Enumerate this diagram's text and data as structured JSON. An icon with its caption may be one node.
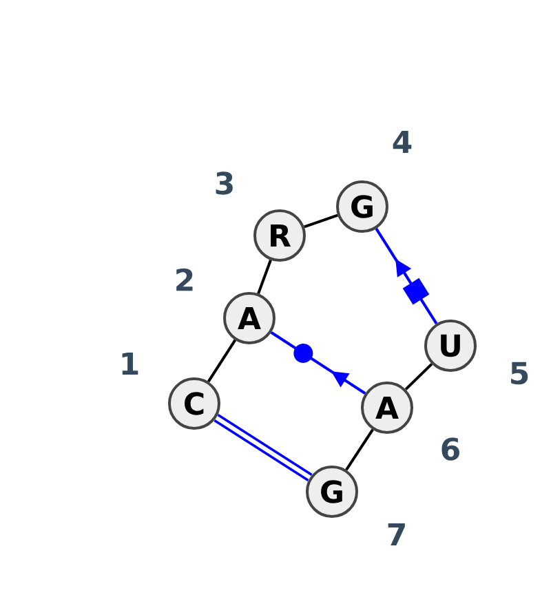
{
  "diagram": {
    "nodes": [
      {
        "text": [
          "C"
        ],
        "beside": [
          "1"
        ]
      },
      {
        "text": [
          "A"
        ],
        "beside": [
          "2"
        ]
      },
      {
        "text": [
          "R"
        ],
        "beside": [
          "3"
        ]
      },
      {
        "text": [
          "G"
        ],
        "beside": [
          "4"
        ]
      },
      {
        "text": [
          "U"
        ],
        "beside": [
          "5"
        ]
      },
      {
        "text": [
          "A"
        ],
        "beside": [
          "6"
        ]
      },
      {
        "text": [
          "G"
        ],
        "beside": [
          "7"
        ]
      }
    ],
    "edges": [
      {
        "from": 0,
        "to": 1,
        "arrow": "none"
      },
      {
        "from": 1,
        "to": 2,
        "arrow": "none"
      },
      {
        "from": 2,
        "to": 3,
        "arrow": "none"
      },
      {
        "from": 4,
        "to": 3,
        "arrow": "to",
        "color": "#0000ff"
      },
      {
        "from": 4,
        "to": 5,
        "arrow": "none"
      },
      {
        "from": 5,
        "to": 6,
        "arrow": "none"
      },
      {
        "from": 0,
        "to": 6,
        "arrow": "none",
        "style": "thick",
        "color": "#0000ff"
      },
      {
        "from": 5,
        "to": 1,
        "arrow": "to",
        "color": "#0000ff"
      }
    ]
  }
}
